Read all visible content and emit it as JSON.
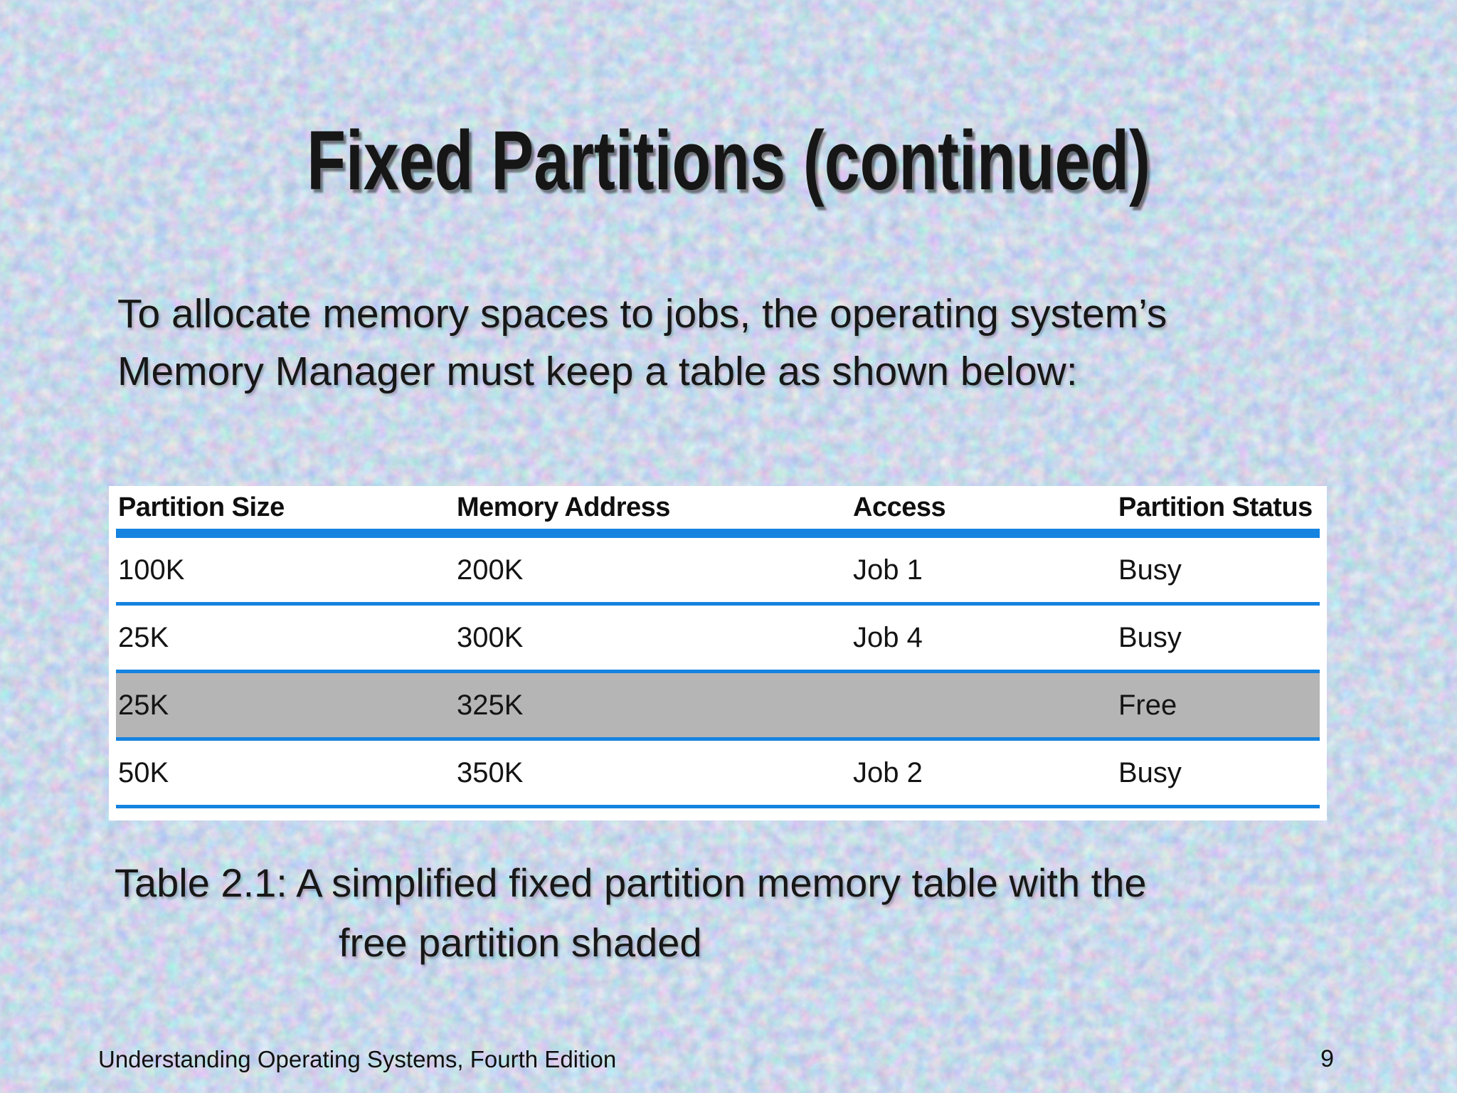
{
  "slide": {
    "title": "Fixed Partitions (continued)",
    "body": {
      "line1": "To allocate memory spaces to jobs, the operating system’s",
      "line2": "Memory Manager must keep a table as shown below:"
    },
    "caption": {
      "line1": "Table 2.1: A simplified fixed partition memory table with the",
      "line2": "free partition shaded"
    },
    "footer": {
      "book_title": "Understanding Operating Systems, Fourth Edition",
      "page_number": "9"
    }
  },
  "memory_table": {
    "columns": [
      "Partition Size",
      "Memory Address",
      "Access",
      "Partition Status"
    ],
    "rows": [
      {
        "partition_size": "100K",
        "memory_address": "200K",
        "access": "Job 1",
        "partition_status": "Busy",
        "shaded": false
      },
      {
        "partition_size": "25K",
        "memory_address": "300K",
        "access": "Job 4",
        "partition_status": "Busy",
        "shaded": false
      },
      {
        "partition_size": "25K",
        "memory_address": "325K",
        "access": "",
        "partition_status": "Free",
        "shaded": true
      },
      {
        "partition_size": "50K",
        "memory_address": "350K",
        "access": "Job 2",
        "partition_status": "Busy",
        "shaded": false
      }
    ],
    "colors": {
      "accent_blue": "#1583e0",
      "shaded_gray": "#b5b5b5",
      "panel_white": "#ffffff",
      "text_black": "#141414"
    }
  }
}
